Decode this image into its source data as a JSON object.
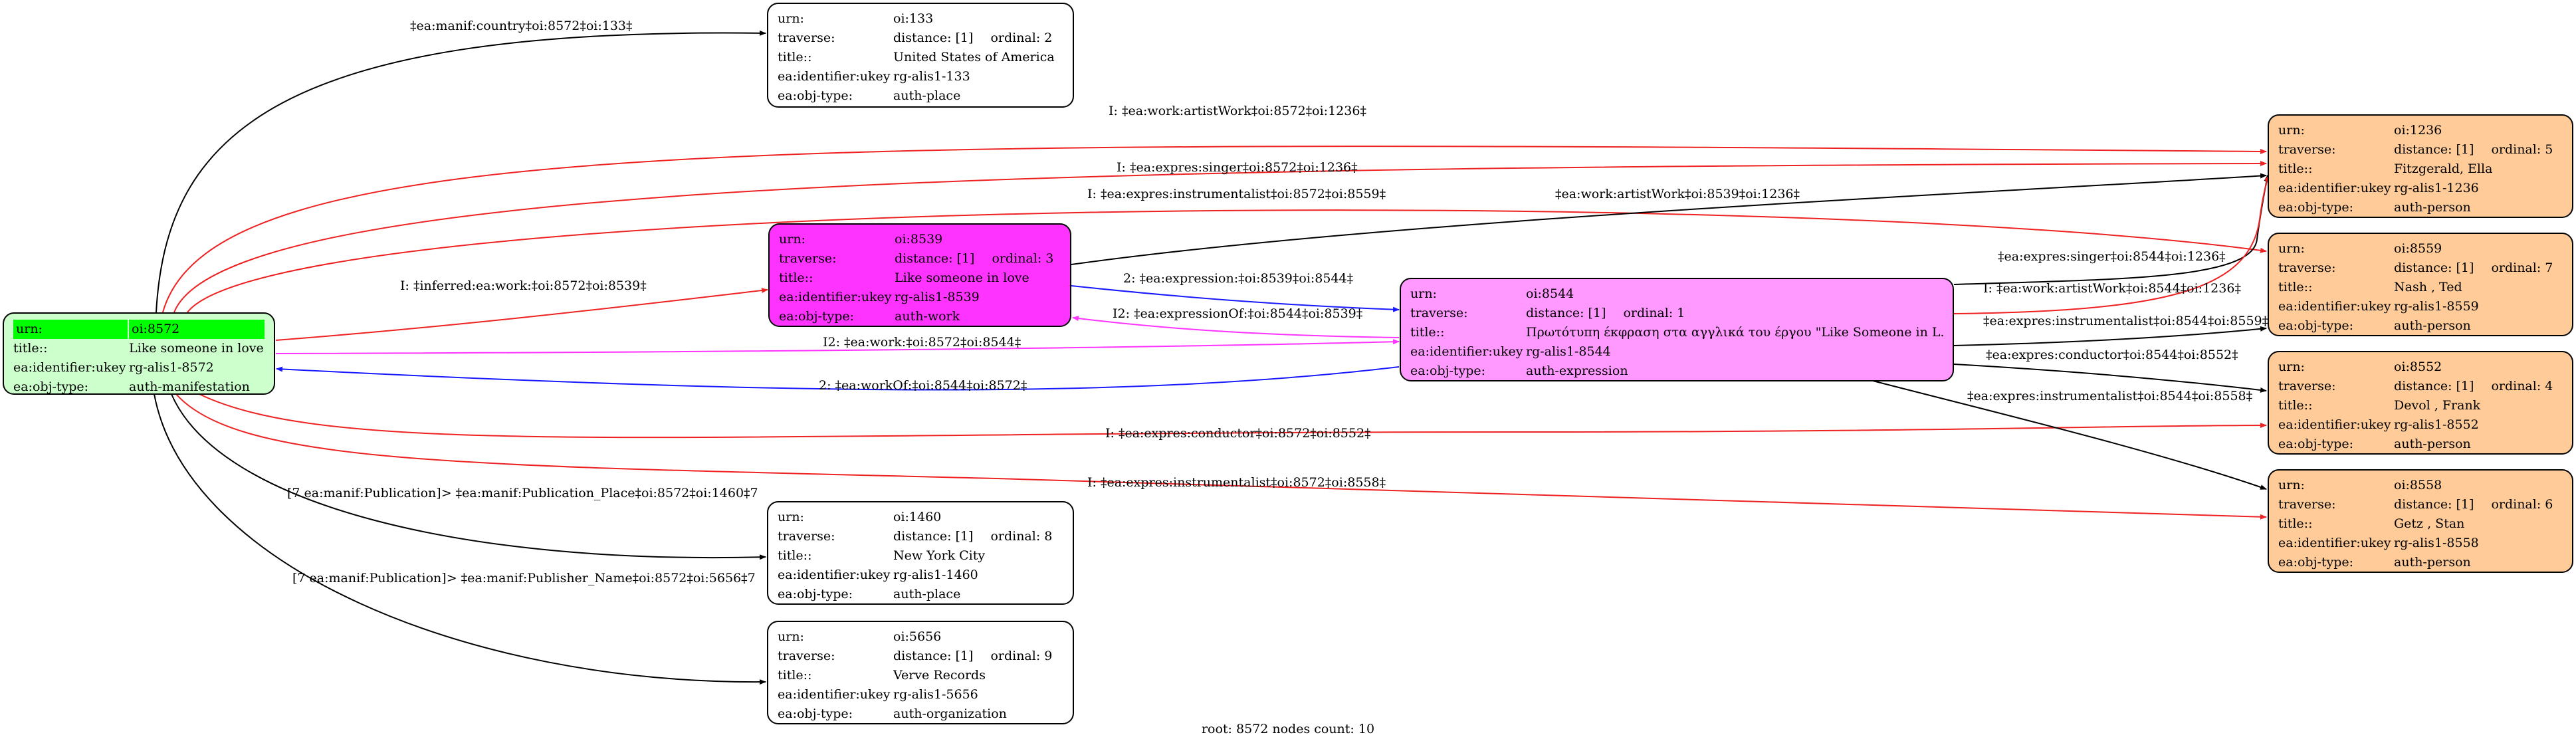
{
  "colors": {
    "manifestation": "#ccffcc",
    "work": "#ff33ff",
    "expression": "#ff99ff",
    "person": "#ffcc99",
    "plain": "#ffffff",
    "root_highlight": "#00ff00",
    "edge_black": "#000000",
    "edge_red": "#ee2222",
    "edge_blue": "#1a1aff",
    "edge_magenta": "#ff33ff"
  },
  "nodes": {
    "n8572": {
      "rows": [
        {
          "k": "urn:",
          "v": "oi:8572"
        },
        {
          "k": "title::",
          "v": "Like someone in love"
        },
        {
          "k": "ea:identifier:ukey",
          "v": "rg-alis1-8572"
        },
        {
          "k": "ea:obj-type:",
          "v": "auth-manifestation"
        }
      ]
    },
    "n133": {
      "rows": [
        {
          "k": "urn:",
          "v": "oi:133"
        },
        {
          "k": "traverse:",
          "v": "distance: [1]",
          "ord": "ordinal: 2"
        },
        {
          "k": "title::",
          "v": "United States of America"
        },
        {
          "k": "ea:identifier:ukey",
          "v": "rg-alis1-133"
        },
        {
          "k": "ea:obj-type:",
          "v": "auth-place"
        }
      ]
    },
    "n8539": {
      "rows": [
        {
          "k": "urn:",
          "v": "oi:8539"
        },
        {
          "k": "traverse:",
          "v": "distance: [1]",
          "ord": "ordinal: 3"
        },
        {
          "k": "title::",
          "v": "Like someone in love"
        },
        {
          "k": "ea:identifier:ukey",
          "v": "rg-alis1-8539"
        },
        {
          "k": "ea:obj-type:",
          "v": "auth-work"
        }
      ]
    },
    "n8544": {
      "rows": [
        {
          "k": "urn:",
          "v": "oi:8544"
        },
        {
          "k": "traverse:",
          "v": "distance: [1]",
          "ord": "ordinal: 1"
        },
        {
          "k": "title::",
          "v": "Πρωτότυπη έκφραση στα αγγλικά του έργου \"Like Someone in L..."
        },
        {
          "k": "ea:identifier:ukey",
          "v": "rg-alis1-8544"
        },
        {
          "k": "ea:obj-type:",
          "v": "auth-expression"
        }
      ]
    },
    "n1460": {
      "rows": [
        {
          "k": "urn:",
          "v": "oi:1460"
        },
        {
          "k": "traverse:",
          "v": "distance: [1]",
          "ord": "ordinal: 8"
        },
        {
          "k": "title::",
          "v": "New York City"
        },
        {
          "k": "ea:identifier:ukey",
          "v": "rg-alis1-1460"
        },
        {
          "k": "ea:obj-type:",
          "v": "auth-place"
        }
      ]
    },
    "n5656": {
      "rows": [
        {
          "k": "urn:",
          "v": "oi:5656"
        },
        {
          "k": "traverse:",
          "v": "distance: [1]",
          "ord": "ordinal: 9"
        },
        {
          "k": "title::",
          "v": "Verve Records"
        },
        {
          "k": "ea:identifier:ukey",
          "v": "rg-alis1-5656"
        },
        {
          "k": "ea:obj-type:",
          "v": "auth-organization"
        }
      ]
    },
    "n1236": {
      "rows": [
        {
          "k": "urn:",
          "v": "oi:1236"
        },
        {
          "k": "traverse:",
          "v": "distance: [1]",
          "ord": "ordinal: 5"
        },
        {
          "k": "title::",
          "v": "Fitzgerald, Ella"
        },
        {
          "k": "ea:identifier:ukey",
          "v": "rg-alis1-1236"
        },
        {
          "k": "ea:obj-type:",
          "v": "auth-person"
        }
      ]
    },
    "n8559": {
      "rows": [
        {
          "k": "urn:",
          "v": "oi:8559"
        },
        {
          "k": "traverse:",
          "v": "distance: [1]",
          "ord": "ordinal: 7"
        },
        {
          "k": "title::",
          "v": "Nash , Ted"
        },
        {
          "k": "ea:identifier:ukey",
          "v": "rg-alis1-8559"
        },
        {
          "k": "ea:obj-type:",
          "v": "auth-person"
        }
      ]
    },
    "n8552": {
      "rows": [
        {
          "k": "urn:",
          "v": "oi:8552"
        },
        {
          "k": "traverse:",
          "v": "distance: [1]",
          "ord": "ordinal: 4"
        },
        {
          "k": "title::",
          "v": "Devol , Frank"
        },
        {
          "k": "ea:identifier:ukey",
          "v": "rg-alis1-8552"
        },
        {
          "k": "ea:obj-type:",
          "v": "auth-person"
        }
      ]
    },
    "n8558": {
      "rows": [
        {
          "k": "urn:",
          "v": "oi:8558"
        },
        {
          "k": "traverse:",
          "v": "distance: [1]",
          "ord": "ordinal: 6"
        },
        {
          "k": "title::",
          "v": "Getz , Stan"
        },
        {
          "k": "ea:identifier:ukey",
          "v": "rg-alis1-8558"
        },
        {
          "k": "ea:obj-type:",
          "v": "auth-person"
        }
      ]
    }
  },
  "edges": [
    {
      "label": "‡ea:manif:country‡oi:8572‡oi:133‡",
      "color": "black"
    },
    {
      "label": "I: ‡ea:work:artistWork‡oi:8572‡oi:1236‡",
      "color": "red"
    },
    {
      "label": "I: ‡ea:expres:singer‡oi:8572‡oi:1236‡",
      "color": "red"
    },
    {
      "label": "I: ‡ea:expres:instrumentalist‡oi:8572‡oi:8559‡",
      "color": "red"
    },
    {
      "label": "I: ‡inferred:ea:work:‡oi:8572‡oi:8539‡",
      "color": "red"
    },
    {
      "label": "I2: ‡ea:work:‡oi:8572‡oi:8544‡",
      "color": "magenta"
    },
    {
      "label": "2: ‡ea:workOf:‡oi:8544‡oi:8572‡",
      "color": "blue"
    },
    {
      "label": "I: ‡ea:expres:conductor‡oi:8572‡oi:8552‡",
      "color": "red"
    },
    {
      "label": "I: ‡ea:expres:instrumentalist‡oi:8572‡oi:8558‡",
      "color": "red"
    },
    {
      "label": "[7 ea:manif:Publication]> ‡ea:manif:Publication_Place‡oi:8572‡oi:1460‡7",
      "color": "black"
    },
    {
      "label": "[7 ea:manif:Publication]> ‡ea:manif:Publisher_Name‡oi:8572‡oi:5656‡7",
      "color": "black"
    },
    {
      "label": "‡ea:work:artistWork‡oi:8539‡oi:1236‡",
      "color": "black"
    },
    {
      "label": "2: ‡ea:expression:‡oi:8539‡oi:8544‡",
      "color": "blue"
    },
    {
      "label": "I2: ‡ea:expressionOf:‡oi:8544‡oi:8539‡",
      "color": "magenta"
    },
    {
      "label": "‡ea:expres:singer‡oi:8544‡oi:1236‡",
      "color": "black"
    },
    {
      "label": "I: ‡ea:work:artistWork‡oi:8544‡oi:1236‡",
      "color": "red"
    },
    {
      "label": "‡ea:expres:instrumentalist‡oi:8544‡oi:8559‡",
      "color": "black"
    },
    {
      "label": "‡ea:expres:conductor‡oi:8544‡oi:8552‡",
      "color": "black"
    },
    {
      "label": "‡ea:expres:instrumentalist‡oi:8544‡oi:8558‡",
      "color": "black"
    }
  ],
  "footer": "root: 8572 nodes count: 10"
}
